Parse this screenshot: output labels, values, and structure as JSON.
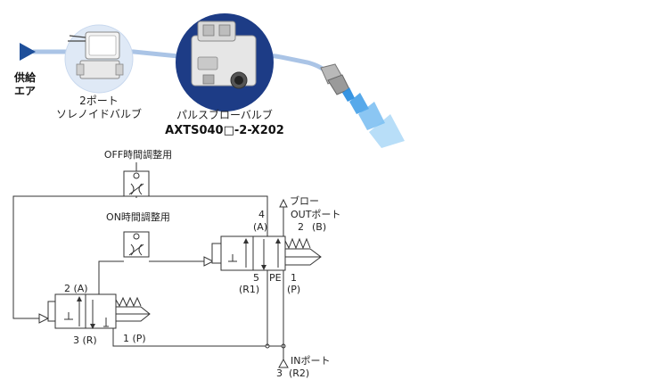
{
  "top": {
    "supply_air": [
      "供給",
      "エア"
    ],
    "two_port_solenoid": [
      "2ポート",
      "ソレノイドバルブ"
    ],
    "pulse_blow_valve": "パルスブローバルブ",
    "model": "AXTS040□-2-X202"
  },
  "circuit": {
    "off_time_adjust": "OFF時間調整用",
    "on_time_adjust": "ON時間調整用",
    "blow": "ブロー",
    "out_port": "OUTポート",
    "in_port": "INポート",
    "port_4": "4",
    "port_4_letter": "(A)",
    "port_2_main": "2",
    "port_2_main_letter": "(B)",
    "port_5": "5",
    "port_5_letter": "(R1)",
    "pe": "PE",
    "port_1_main": "1",
    "port_1_main_letter": "(P)",
    "port_3_in": "3",
    "port_3_in_letter": "(R2)",
    "small_2": "2 (A)",
    "small_3": "3 (R)",
    "small_1": "1 (P)"
  },
  "colors": {
    "tube": "#aac4e6",
    "supply_arrow": "#1e4f9a",
    "valve_circle": "#dfe9f6",
    "pulse_circle": "#1d3c86",
    "spray": "#2d8fe0"
  }
}
